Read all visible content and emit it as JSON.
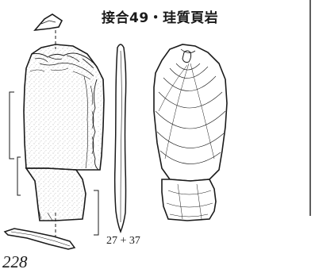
{
  "figure": {
    "title": "接合49・珪質頁岩",
    "refit_label": "27 + 37",
    "plate_number": "228"
  },
  "colors": {
    "ink": "#1a1a1a",
    "paper": "#ffffff",
    "stipple": "#8a8a8a"
  }
}
